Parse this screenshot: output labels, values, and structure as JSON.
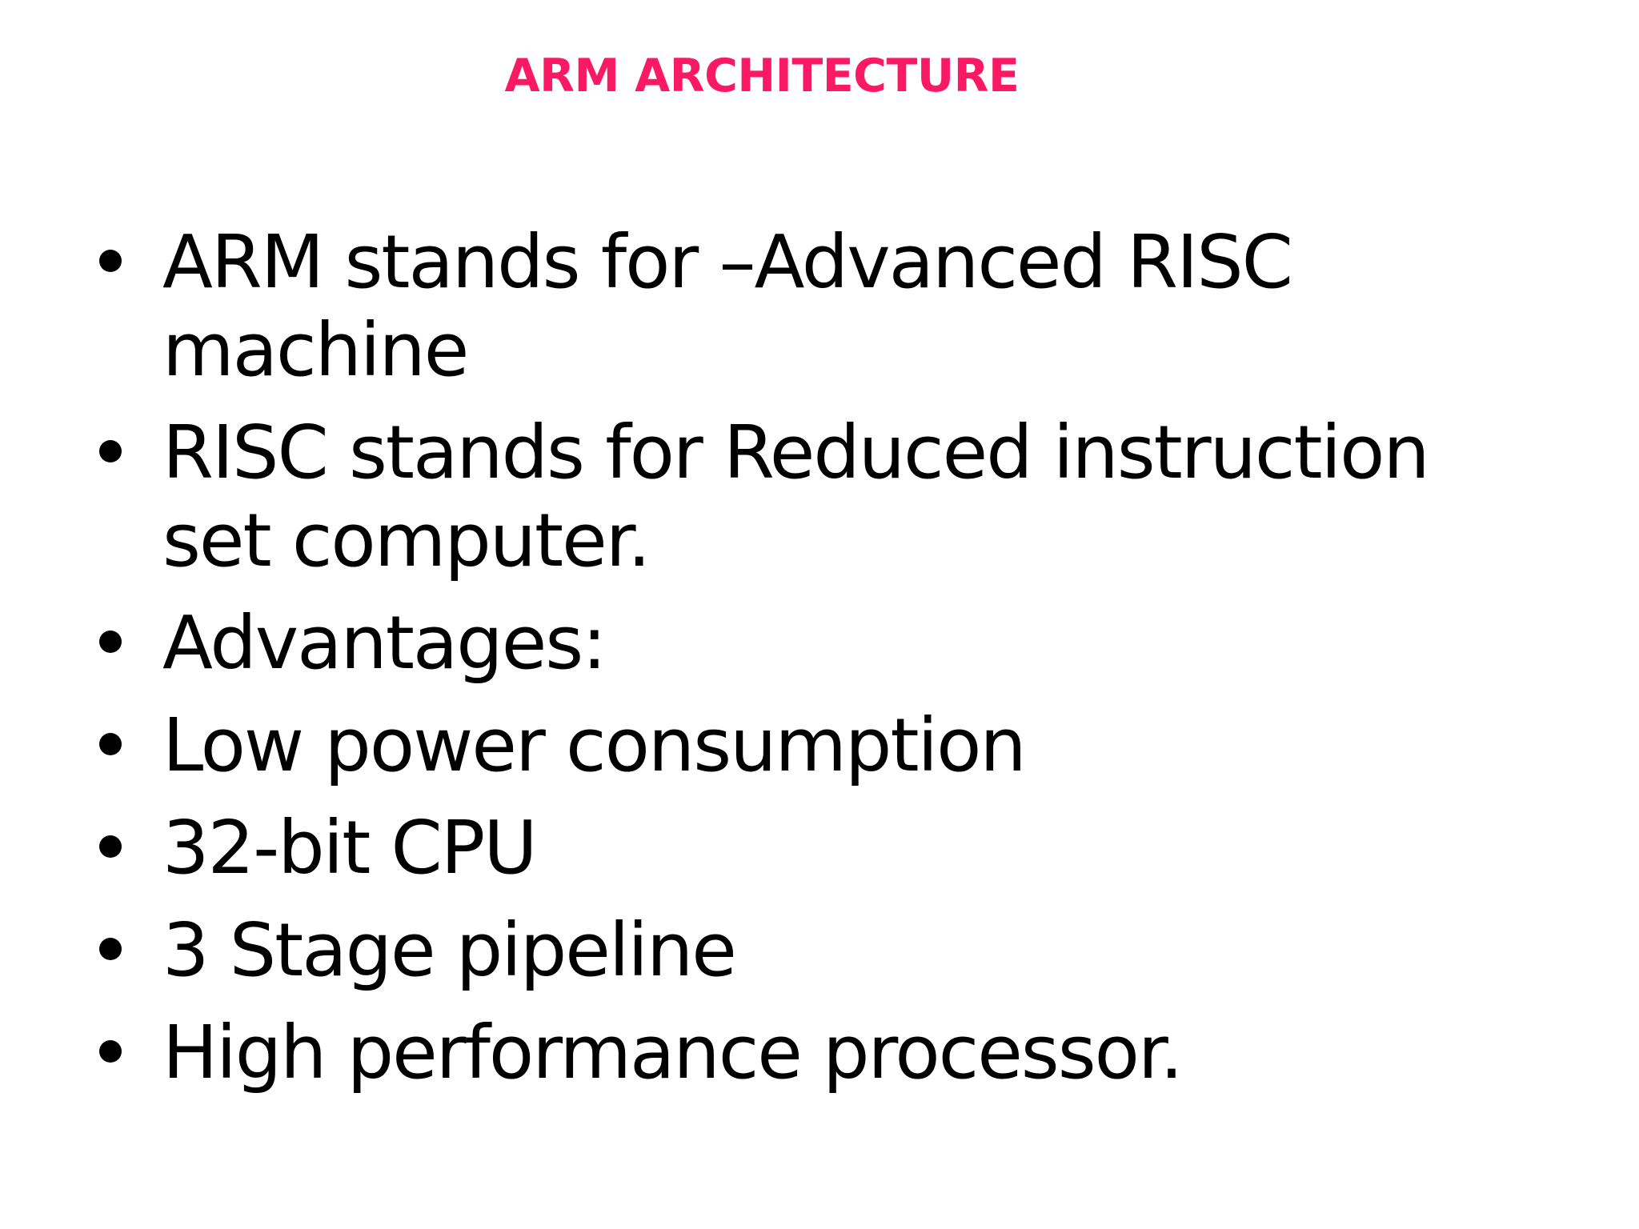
{
  "title": "ARM ARCHITECTURE",
  "colors": {
    "title": "#FA1A64",
    "body_text": "#000000",
    "background": "#FFFFFF",
    "bullet_dot": "#000000"
  },
  "bullets": [
    {
      "text": "ARM stands for –Advanced RISC\nmachine"
    },
    {
      "text": "RISC stands for Reduced instruction\nset computer."
    },
    {
      "text": "Advantages:"
    },
    {
      "text": "Low power consumption"
    },
    {
      "text": "32-bit CPU"
    },
    {
      "text": "3 Stage pipeline"
    },
    {
      "text": "High performance processor."
    }
  ]
}
